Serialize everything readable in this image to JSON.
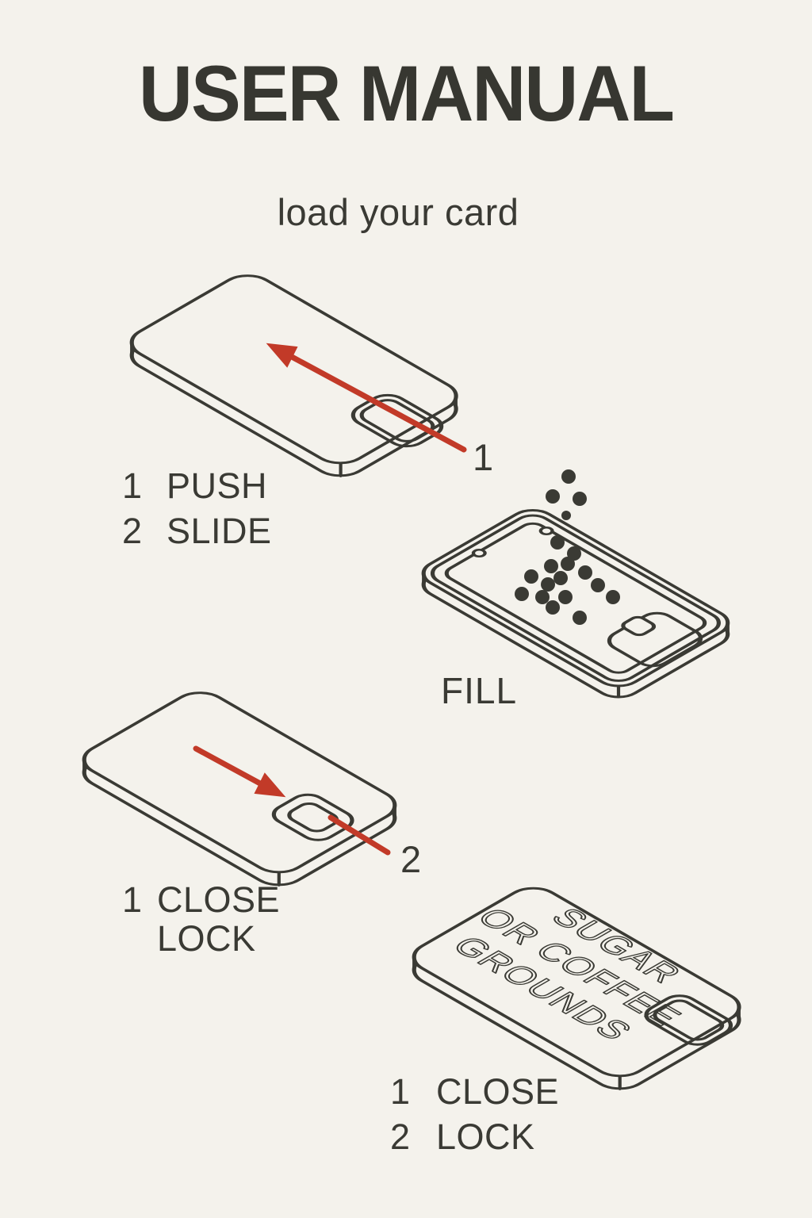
{
  "page": {
    "title": "USER MANUAL",
    "subtitle": "load your card"
  },
  "colors": {
    "background": "#f4f2ec",
    "ink": "#3a3a34",
    "accent": "#c23a28"
  },
  "callouts": {
    "step1": "1",
    "step2": "2"
  },
  "instructions": {
    "push_slide": {
      "row1_num": "1",
      "row1_label": "PUSH",
      "row2_num": "2",
      "row2_label": "SLIDE"
    },
    "fill": {
      "label": "FILL"
    },
    "close_lock_mid": {
      "row1_num": "1",
      "row1_label": "CLOSE",
      "row2_num": "",
      "row2_label": "LOCK"
    },
    "close_lock_bottom": {
      "row1_num": "1",
      "row1_label": "CLOSE",
      "row2_num": "2",
      "row2_label": "LOCK"
    }
  },
  "card_print": {
    "line1": "SUGAR",
    "line2": "OR COFFEE",
    "line3": "GROUNDS"
  }
}
